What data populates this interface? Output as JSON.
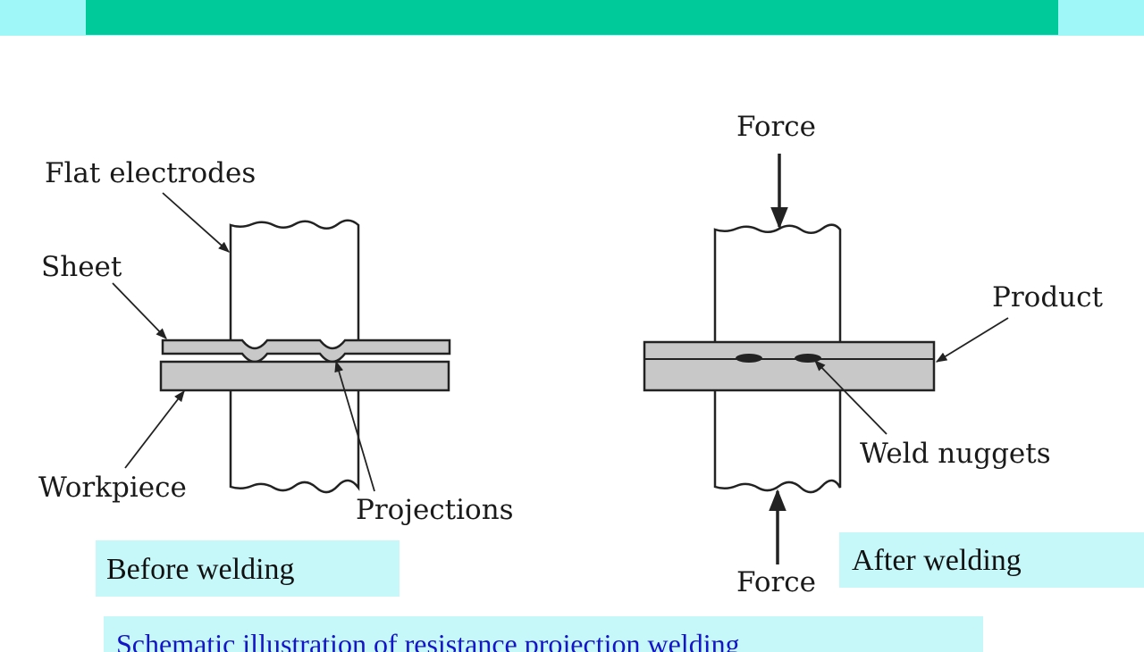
{
  "labels": {
    "flat_electrodes": "Flat electrodes",
    "sheet": "Sheet",
    "workpiece": "Workpiece",
    "projections": "Projections",
    "force_top": "Force",
    "force_bottom": "Force",
    "product": "Product",
    "weld_nuggets": "Weld nuggets"
  },
  "captions": {
    "before": "Before welding",
    "after": "After welding",
    "bottom": "Schematic illustration of resistance projection welding"
  },
  "colors": {
    "title_bar": "#00c99a",
    "top_strip": "#9ff7f7",
    "caption_bg": "#c6f8fa",
    "caption_text": "#1414c8",
    "metal": "#c8c8c8"
  }
}
